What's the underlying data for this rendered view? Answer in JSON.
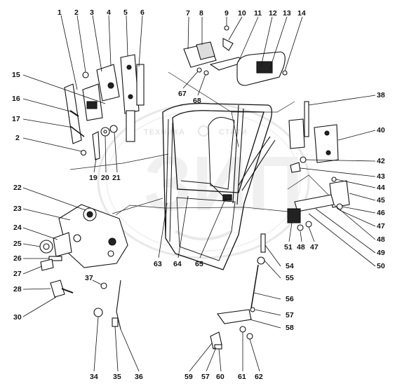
{
  "watermark": {
    "logo_letters": "ЗИП",
    "left_text": "ТЕХНИКА",
    "right_text": "СТАТИ"
  },
  "callouts": [
    {
      "id": "1",
      "text": "1"
    },
    {
      "id": "2a",
      "text": "2"
    },
    {
      "id": "3",
      "text": "3"
    },
    {
      "id": "4",
      "text": "4"
    },
    {
      "id": "5",
      "text": "5"
    },
    {
      "id": "6",
      "text": "6"
    },
    {
      "id": "7",
      "text": "7"
    },
    {
      "id": "8",
      "text": "8"
    },
    {
      "id": "9",
      "text": "9"
    },
    {
      "id": "10",
      "text": "10"
    },
    {
      "id": "11",
      "text": "11"
    },
    {
      "id": "12",
      "text": "12"
    },
    {
      "id": "13",
      "text": "13"
    },
    {
      "id": "14",
      "text": "14"
    },
    {
      "id": "15",
      "text": "15"
    },
    {
      "id": "16",
      "text": "16"
    },
    {
      "id": "17",
      "text": "17"
    },
    {
      "id": "2b",
      "text": "2"
    },
    {
      "id": "19",
      "text": "19"
    },
    {
      "id": "20",
      "text": "20"
    },
    {
      "id": "21",
      "text": "21"
    },
    {
      "id": "22",
      "text": "22"
    },
    {
      "id": "23",
      "text": "23"
    },
    {
      "id": "24",
      "text": "24"
    },
    {
      "id": "25",
      "text": "25"
    },
    {
      "id": "26",
      "text": "26"
    },
    {
      "id": "27",
      "text": "27"
    },
    {
      "id": "28",
      "text": "28"
    },
    {
      "id": "30",
      "text": "30"
    },
    {
      "id": "34",
      "text": "34"
    },
    {
      "id": "35",
      "text": "35"
    },
    {
      "id": "36",
      "text": "36"
    },
    {
      "id": "37",
      "text": "37"
    },
    {
      "id": "38",
      "text": "38"
    },
    {
      "id": "40",
      "text": "40"
    },
    {
      "id": "42",
      "text": "42"
    },
    {
      "id": "43",
      "text": "43"
    },
    {
      "id": "44",
      "text": "44"
    },
    {
      "id": "45",
      "text": "45"
    },
    {
      "id": "46",
      "text": "46"
    },
    {
      "id": "47a",
      "text": "47"
    },
    {
      "id": "48a",
      "text": "48"
    },
    {
      "id": "49",
      "text": "49"
    },
    {
      "id": "50",
      "text": "50"
    },
    {
      "id": "51",
      "text": "51"
    },
    {
      "id": "48b",
      "text": "48"
    },
    {
      "id": "47b",
      "text": "47"
    },
    {
      "id": "54",
      "text": "54"
    },
    {
      "id": "55",
      "text": "55"
    },
    {
      "id": "56",
      "text": "56"
    },
    {
      "id": "57a",
      "text": "57"
    },
    {
      "id": "58",
      "text": "58"
    },
    {
      "id": "59",
      "text": "59"
    },
    {
      "id": "57b",
      "text": "57"
    },
    {
      "id": "60",
      "text": "60"
    },
    {
      "id": "61",
      "text": "61"
    },
    {
      "id": "62",
      "text": "62"
    },
    {
      "id": "63",
      "text": "63"
    },
    {
      "id": "64",
      "text": "64"
    },
    {
      "id": "65",
      "text": "65"
    },
    {
      "id": "67",
      "text": "67"
    },
    {
      "id": "68",
      "text": "68"
    }
  ]
}
